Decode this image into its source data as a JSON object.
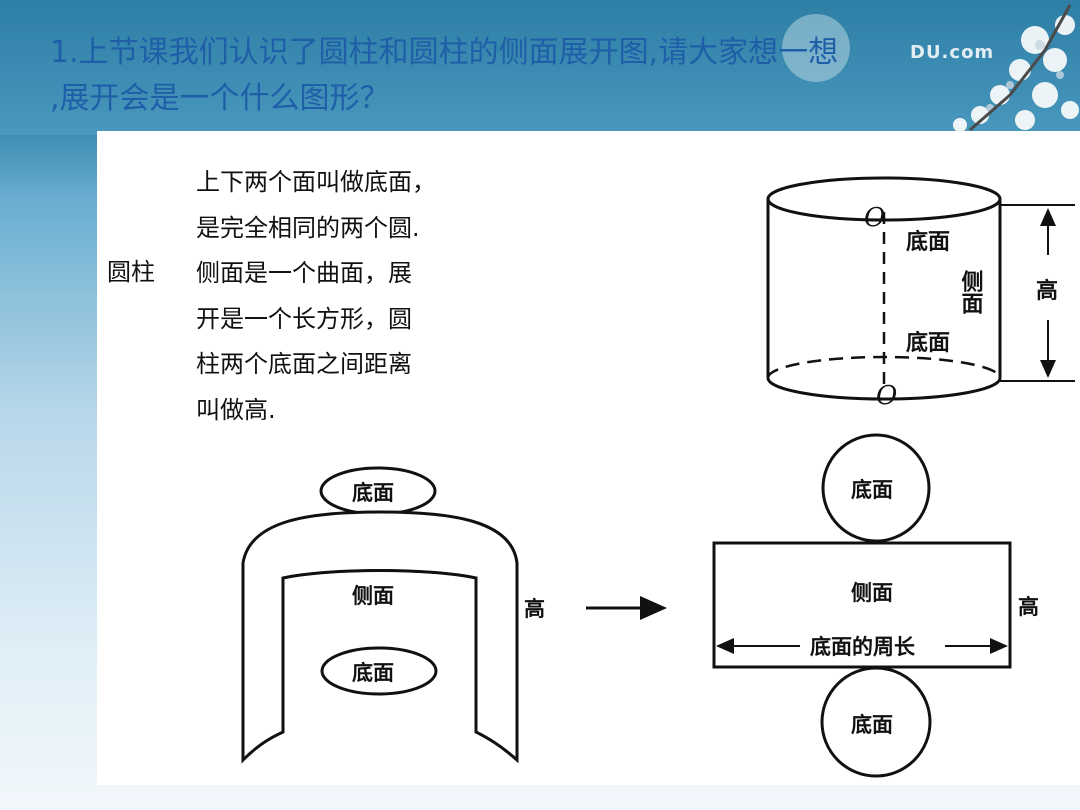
{
  "slide": {
    "title_line1": "1.上节课我们认识了圆柱和圆柱的侧面展开图,请大家想一想",
    "title_line2": ",展开会是一个什么图形？",
    "watermark": "DU.com"
  },
  "intro": {
    "term": "圆柱",
    "lines": [
      "上下两个面叫做底面，",
      "是完全相同的两个圆.",
      "侧面是一个曲面，展",
      "开是一个长方形，圆",
      "柱两个底面之间距离",
      "叫做高."
    ]
  },
  "cylinder": {
    "center_top": "O",
    "center_bottom": "O",
    "top_face": "底面",
    "bottom_face": "底面",
    "side": "侧面",
    "height": "高"
  },
  "unrolling": {
    "top_base": "底面",
    "side": "侧面",
    "bottom_base": "底面",
    "height": "高"
  },
  "net": {
    "top_base": "底面",
    "side": "侧面",
    "length_label": "底面的周长",
    "height": "高",
    "bottom_base": "底面"
  }
}
